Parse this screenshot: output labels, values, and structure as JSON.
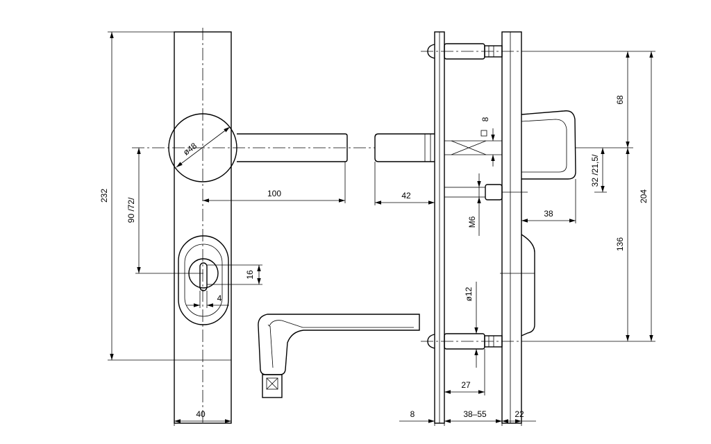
{
  "drawing": {
    "dimensions": {
      "total_height": "232",
      "lever_axis_to_key": "90 /72/",
      "rosette_diameter": "ø48",
      "lever_length": "100",
      "key_slot_height": "16",
      "key_slot_width": "4",
      "plate_width": "40",
      "lever_projection": "42",
      "square_spindle": "8",
      "screw_thread": "M6",
      "pin_diameter": "ø12",
      "cylinder_offset": "32 /21,5/",
      "cylinder_guard_depth": "38",
      "upper_screw_to_axis": "68",
      "axis_to_lower_screw": "136",
      "screw_spacing": "204",
      "pin_length": "27",
      "outer_plate_thickness": "8",
      "door_thickness": "38–55",
      "inner_plate_thickness": "22"
    }
  }
}
